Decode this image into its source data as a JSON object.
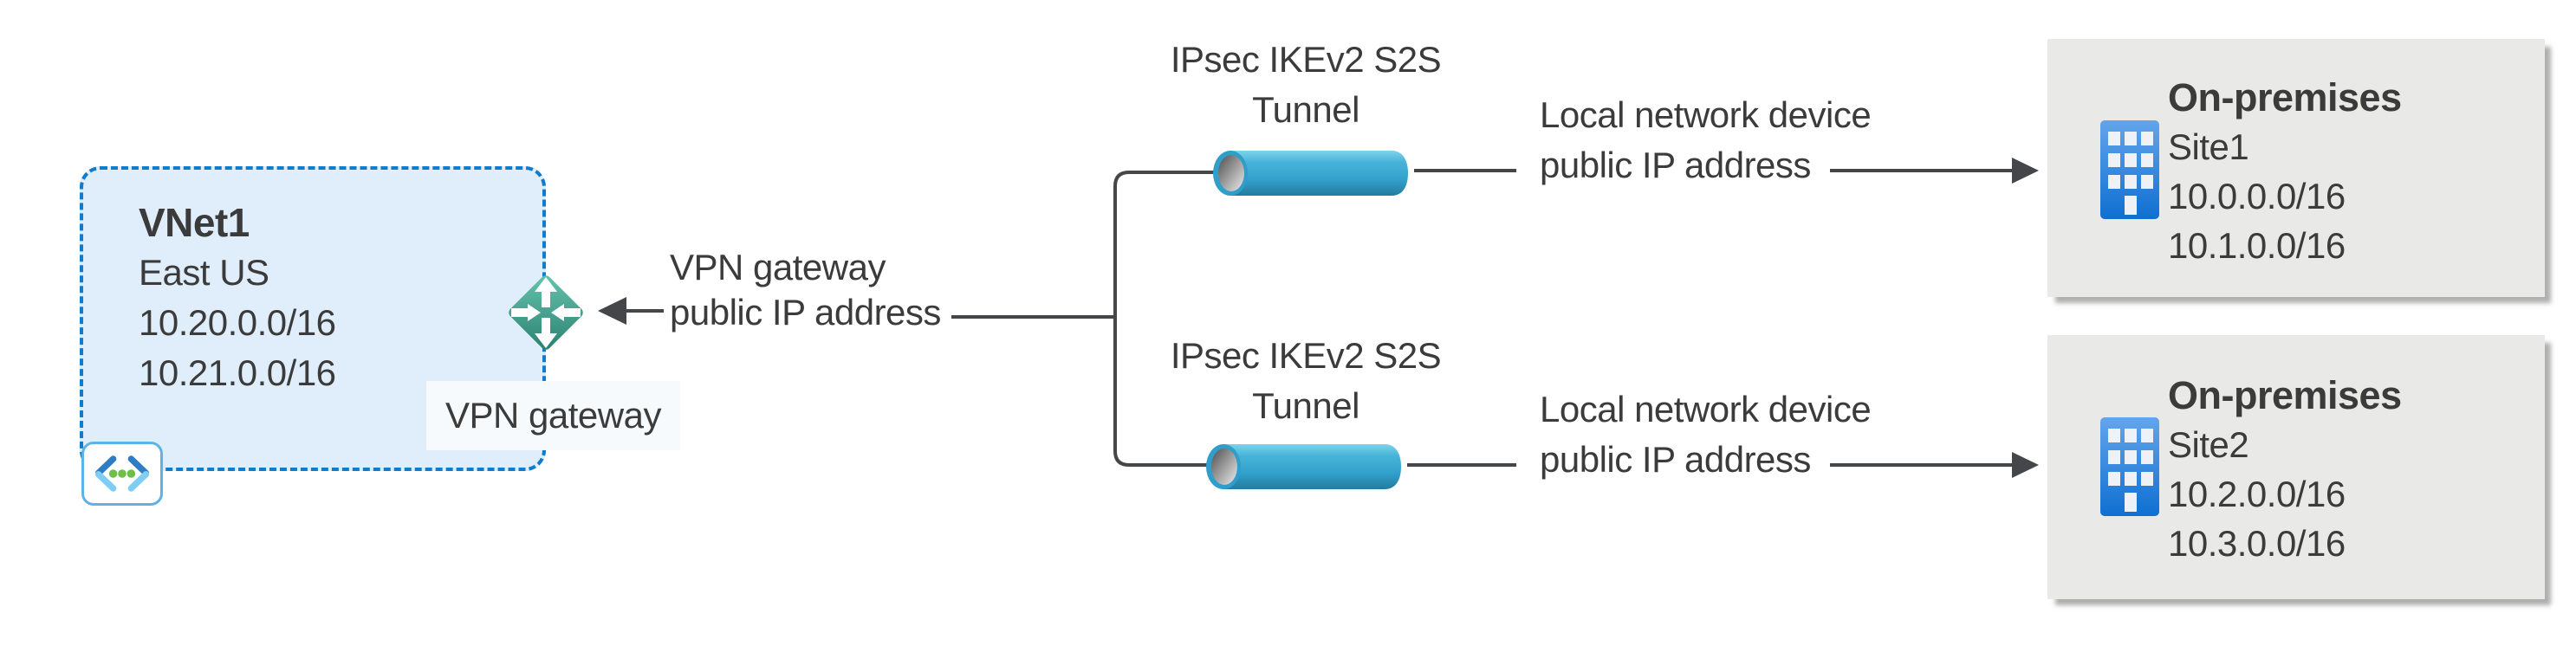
{
  "vnet": {
    "name": "VNet1",
    "region": "East US",
    "prefix1": "10.20.0.0/16",
    "prefix2": "10.21.0.0/16",
    "gateway_label": "VPN gateway"
  },
  "gateway_ip_label": {
    "line1": "VPN gateway",
    "line2": "public IP address"
  },
  "tunnel1": {
    "line1": "IPsec IKEv2 S2S",
    "line2": "Tunnel"
  },
  "tunnel2": {
    "line1": "IPsec IKEv2 S2S",
    "line2": "Tunnel"
  },
  "device1": {
    "line1": "Local network device",
    "line2": "public IP address"
  },
  "device2": {
    "line1": "Local network device",
    "line2": "public IP address"
  },
  "site1": {
    "title": "On-premises",
    "name": "Site1",
    "prefix1": "10.0.0.0/16",
    "prefix2": "10.1.0.0/16"
  },
  "site2": {
    "title": "On-premises",
    "name": "Site2",
    "prefix1": "10.2.0.0/16",
    "prefix2": "10.3.0.0/16"
  },
  "colors": {
    "vnet_fill": "#dfeefa",
    "vnet_border": "#0f7ccd",
    "site_fill": "#e9e9e7",
    "line": "#45464a",
    "text": "#3b3b3b",
    "tunnel_blue": "#3aa7d0",
    "gateway_teal": "#2a8071",
    "building_blue": "#0f6fd0"
  },
  "icons": {
    "vnet": "vnet-icon",
    "gateway": "vpn-gateway-icon",
    "tunnel": "tunnel-cylinder-icon",
    "building": "building-icon"
  }
}
